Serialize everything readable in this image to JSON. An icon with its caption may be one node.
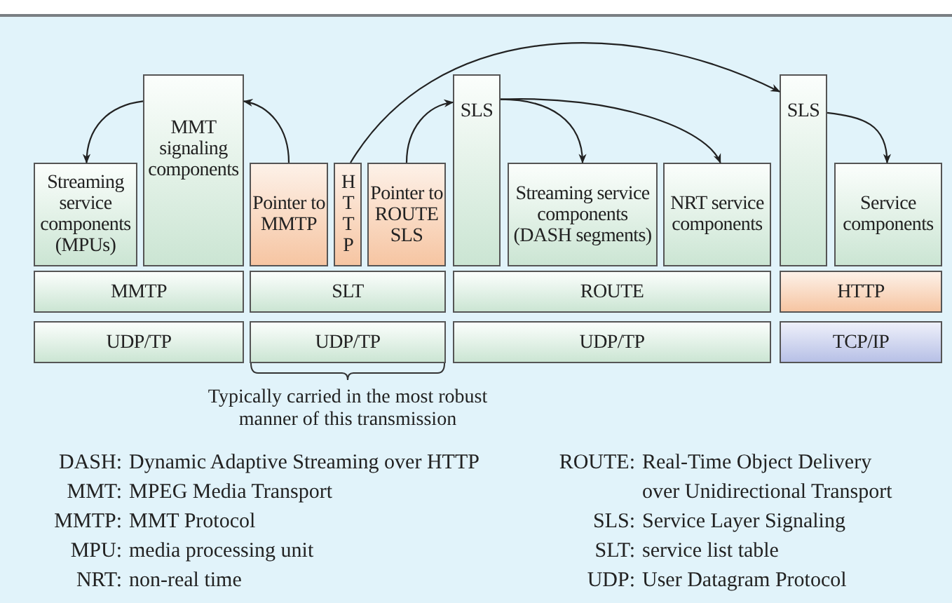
{
  "diagram": {
    "nodes": [
      {
        "text": [
          "Streaming service components (MPUs)"
        ]
      },
      {
        "text": [
          "MMT signaling components"
        ]
      },
      {
        "text": [
          "Pointer to MMTP"
        ]
      },
      {
        "text": [
          "HTTP"
        ]
      },
      {
        "text": [
          "Pointer to ROUTE SLS"
        ]
      },
      {
        "text": [
          "SLS"
        ]
      },
      {
        "text": [
          "Streaming service components (DASH segments)"
        ]
      },
      {
        "text": [
          "NRT service components"
        ]
      },
      {
        "text": [
          "SLS"
        ]
      },
      {
        "text": [
          "Service components"
        ]
      },
      {
        "text": [
          "MMTP"
        ]
      },
      {
        "text": [
          "SLT"
        ]
      },
      {
        "text": [
          "ROUTE"
        ]
      },
      {
        "text": [
          "HTTP"
        ]
      },
      {
        "text": [
          "UDP/TP"
        ]
      },
      {
        "text": [
          "UDP/TP"
        ]
      },
      {
        "text": [
          "UDP/TP"
        ]
      },
      {
        "text": [
          "TCP/IP"
        ]
      }
    ],
    "edges": [
      {
        "from": 1,
        "to": 0,
        "arrow": "to"
      },
      {
        "from": 2,
        "to": 1,
        "arrow": "to"
      },
      {
        "from": 3,
        "to": 8,
        "arrow": "to"
      },
      {
        "from": 4,
        "to": 5,
        "arrow": "to"
      },
      {
        "from": 5,
        "to": 6,
        "arrow": "to"
      },
      {
        "from": 5,
        "to": 7,
        "arrow": "to"
      },
      {
        "from": 8,
        "to": 9,
        "arrow": "to"
      }
    ],
    "labels": [
      "Typically carried in the most robust manner of this transmission",
      "DASH:",
      "Dynamic Adaptive Streaming over HTTP",
      "MMT:",
      "MPEG Media Transport",
      "MMTP:",
      "MMT Protocol",
      "MPU:",
      "media processing unit",
      "NRT:",
      "non-real time",
      "ROUTE:",
      "Real-Time Object Delivery over Unidirectional Transport",
      "SLS:",
      "Service Layer Signaling",
      "SLT:",
      "service list table",
      "UDP:",
      "User Datagram Protocol"
    ]
  }
}
